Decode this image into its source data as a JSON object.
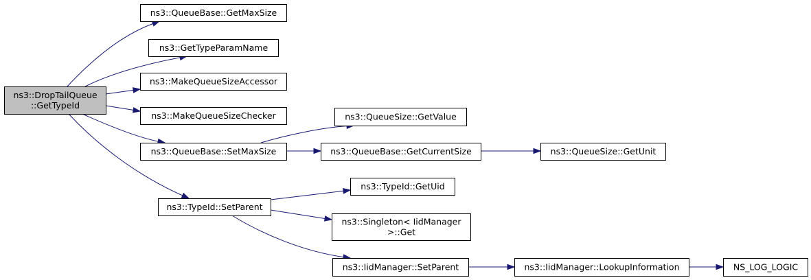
{
  "graph": {
    "colors": {
      "edge": "#191970",
      "root_fill": "#bfbfbf",
      "node_fill": "#ffffff",
      "border": "#000000"
    },
    "nodes": [
      {
        "id": "root",
        "lines": [
          "ns3::DropTailQueue",
          "::GetTypeId"
        ],
        "root": true
      },
      {
        "id": "qb_getmaxsize",
        "lines": [
          "ns3::QueueBase::GetMaxSize"
        ]
      },
      {
        "id": "gettypeparamname",
        "lines": [
          "ns3::GetTypeParamName"
        ]
      },
      {
        "id": "makequeuesizeaccessor",
        "lines": [
          "ns3::MakeQueueSizeAccessor"
        ]
      },
      {
        "id": "makequeuesizechecker",
        "lines": [
          "ns3::MakeQueueSizeChecker"
        ]
      },
      {
        "id": "qb_setmaxsize",
        "lines": [
          "ns3::QueueBase::SetMaxSize"
        ]
      },
      {
        "id": "qs_getvalue",
        "lines": [
          "ns3::QueueSize::GetValue"
        ]
      },
      {
        "id": "qb_getcurrentsize",
        "lines": [
          "ns3::QueueBase::GetCurrentSize"
        ]
      },
      {
        "id": "qs_getunit",
        "lines": [
          "ns3::QueueSize::GetUnit"
        ]
      },
      {
        "id": "typeid_setparent",
        "lines": [
          "ns3::TypeId::SetParent"
        ]
      },
      {
        "id": "typeid_getuid",
        "lines": [
          "ns3::TypeId::GetUid"
        ]
      },
      {
        "id": "singleton_get",
        "lines": [
          "ns3::Singleton< IidManager",
          ">::Get"
        ]
      },
      {
        "id": "iid_setparent",
        "lines": [
          "ns3::IidManager::SetParent"
        ]
      },
      {
        "id": "iid_lookupinformation",
        "lines": [
          "ns3::IidManager::LookupInformation"
        ]
      },
      {
        "id": "ns_log_logic",
        "lines": [
          "NS_LOG_LOGIC"
        ]
      }
    ],
    "edges": [
      {
        "from": "root",
        "to": "qb_getmaxsize"
      },
      {
        "from": "root",
        "to": "gettypeparamname"
      },
      {
        "from": "root",
        "to": "makequeuesizeaccessor"
      },
      {
        "from": "root",
        "to": "makequeuesizechecker"
      },
      {
        "from": "root",
        "to": "qb_setmaxsize"
      },
      {
        "from": "root",
        "to": "typeid_setparent"
      },
      {
        "from": "qb_setmaxsize",
        "to": "qs_getvalue"
      },
      {
        "from": "qb_setmaxsize",
        "to": "qb_getcurrentsize"
      },
      {
        "from": "qb_getcurrentsize",
        "to": "qs_getunit"
      },
      {
        "from": "typeid_setparent",
        "to": "typeid_getuid"
      },
      {
        "from": "typeid_setparent",
        "to": "singleton_get"
      },
      {
        "from": "typeid_setparent",
        "to": "iid_setparent"
      },
      {
        "from": "iid_setparent",
        "to": "iid_lookupinformation"
      },
      {
        "from": "iid_lookupinformation",
        "to": "ns_log_logic"
      }
    ]
  }
}
